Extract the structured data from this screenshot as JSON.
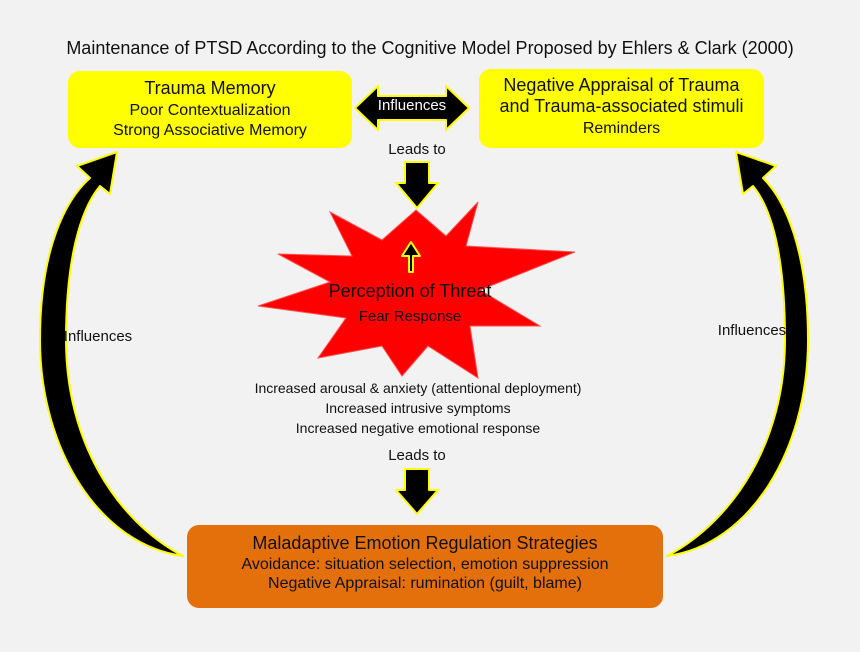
{
  "title": "Maintenance of PTSD According to the Cognitive Model Proposed by Ehlers & Clark (2000)",
  "trauma_memory": {
    "heading": "Trauma Memory",
    "lines": [
      "Poor Contextualization",
      "Strong Associative Memory"
    ]
  },
  "negative_appraisal": {
    "heading_lines": [
      "Negative Appraisal of Trauma",
      "and Trauma-associated stimuli"
    ],
    "sub": "Reminders"
  },
  "double_arrow_label": "Influences",
  "leads_to_top": "Leads to",
  "threat": {
    "heading": "Perception of Threat",
    "sub": "Fear Response"
  },
  "effects": [
    "Increased arousal & anxiety (attentional deployment)",
    "Increased intrusive symptoms",
    "Increased negative emotional response"
  ],
  "leads_to_bottom": "Leads to",
  "maladaptive": {
    "heading": "Maladaptive Emotion Regulation Strategies",
    "lines": [
      "Avoidance: situation selection, emotion suppression",
      "Negative Appraisal: rumination (guilt, blame)"
    ]
  },
  "left_influences": "Influences",
  "right_influences": "Influences",
  "colors": {
    "box_yellow": "#ffff00",
    "box_orange": "#e4700c",
    "burst_red": "#ff0000",
    "arrow_black": "#000000",
    "background": "#f2f2f2"
  }
}
